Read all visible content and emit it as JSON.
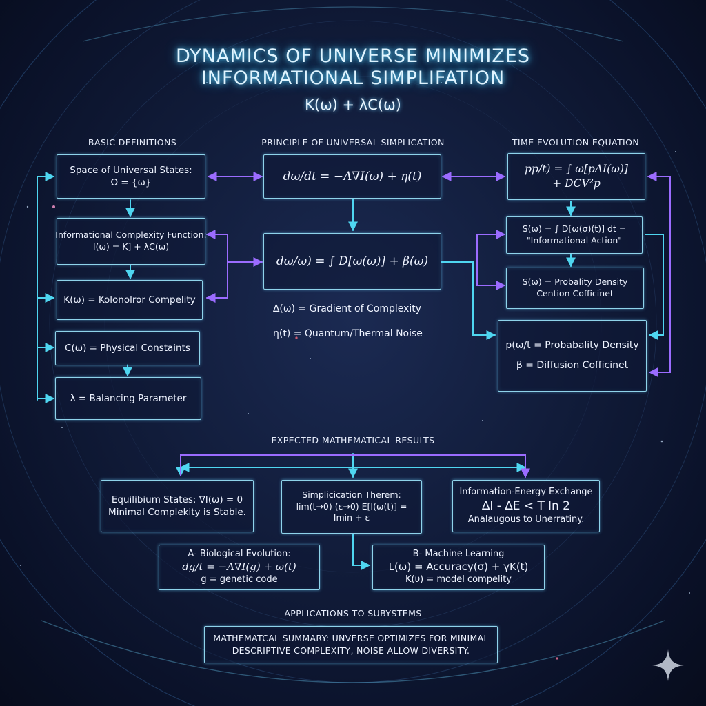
{
  "title": {
    "line1": "DYNAMICS OF UNIVERSE MINIMIZES",
    "line2": "INFORMATIONAL SIMPLIFATION",
    "formula": "K(ω) + λC(ω)"
  },
  "sections": {
    "basic": "BASIC DEFINITIONS",
    "principle": "PRINCIPLE OF UNIVERSAL SIMPLICATION",
    "time": "TIME EVOLUTION EQUATION",
    "results": "EXPECTED MATHEMATICAL RESULTS",
    "applications": "APPLICATIONS TO SUBYSTEMS"
  },
  "basic": {
    "space": {
      "line1": "Space of Universal States:",
      "line2": "Ω = {ω}"
    },
    "complexity": {
      "line1": "Informational Complexity Function:",
      "line2": "I(ω) = K] + λC(ω)"
    },
    "kolmogorov": "K(ω) = Kolonolror Compelity",
    "physical": "C(ω) = Physical Constaints",
    "lambda": "λ = Balancing Parameter"
  },
  "principle": {
    "eq1": "dω/dt = −Λ∇I(ω) + η(t)",
    "eq2": "dω/ω) = ∫ D[ω(ω)] + β(ω)",
    "gradient": "∆(ω) = Gradient of Complexity",
    "noise": "η(t) = Quantum/Thermal Noise"
  },
  "time": {
    "eq": {
      "line1": "pp/t) = ∫ ω[pΛI(ω)]",
      "line2": "+ DCV²p"
    },
    "action": {
      "line1": "S(ω) = ∫ D[ω(σ)(t)] dt =",
      "line2": "\"Informational Action\""
    },
    "density_coef": {
      "line1": "S(ω) = Probality Density",
      "line2": "Cention Cofficinet"
    },
    "density": "p(ω/t = Probabality Density",
    "diffusion": "β = Diffusion Cofficinet"
  },
  "results": {
    "equilibrium": {
      "line1": "Equilibium States: ∇I(ω) = 0",
      "line2": "Minimal Complekity is Stable."
    },
    "theorem": {
      "line1": "Simplicication Therem:",
      "line2": "lim(t→0) (ε→0) E[I(ω(t)] =",
      "line3": "Imin + ε"
    },
    "exchange": {
      "line1": "Information-Energy Exchange",
      "line2": "∆I - ∆E < T ln 2",
      "line3": "Analaugous to Unerratiny."
    }
  },
  "applications": {
    "biology": {
      "line1": "A- Biological Evolution:",
      "line2": "dg/t = −Λ∇I(g) + ω(t)",
      "line3": "g = genetic code"
    },
    "ml": {
      "line1": "B- Machine Learning",
      "line2": "L(ω) = Accuracy(σ) + γK(t)",
      "line3": "K(υ) = model compelity"
    }
  },
  "summary": {
    "line1": "MATHEMATCAL SUMMARY: UNVERSE OPTIMIZES FOR MINIMAL",
    "line2": "DESCRIPTIVE COMPLEXITY, NOISE ALLOW DIVERSITY."
  },
  "colors": {
    "cyan": "#4fd6f0",
    "violet": "#9b6cff",
    "box_border": "#8fd3ea"
  },
  "decor": {
    "sparkle": "sparkle-icon"
  }
}
